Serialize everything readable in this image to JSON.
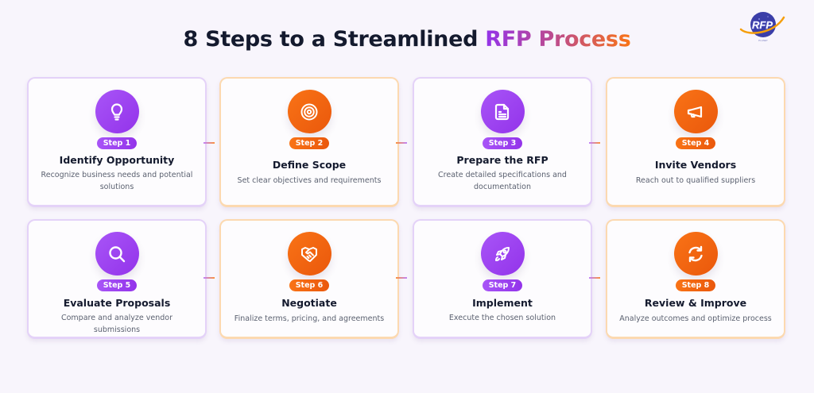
{
  "header": {
    "title_prefix": "8 Steps to a Streamlined ",
    "title_accent": "RFP Process",
    "logo_text": "RFP"
  },
  "colors": {
    "purple": "#9333ea",
    "orange": "#f97316",
    "title": "#141a2e",
    "background": "#f8f5fc"
  },
  "steps": [
    {
      "badge": "Step 1",
      "title": "Identify Opportunity",
      "desc": "Recognize business needs and potential solutions",
      "icon": "lightbulb-icon",
      "theme": "purple"
    },
    {
      "badge": "Step 2",
      "title": "Define Scope",
      "desc": "Set clear objectives and requirements",
      "icon": "target-icon",
      "theme": "orange"
    },
    {
      "badge": "Step 3",
      "title": "Prepare the RFP",
      "desc": "Create detailed specifications and documentation",
      "icon": "document-icon",
      "theme": "purple"
    },
    {
      "badge": "Step 4",
      "title": "Invite Vendors",
      "desc": "Reach out to qualified suppliers",
      "icon": "megaphone-icon",
      "theme": "orange"
    },
    {
      "badge": "Step 5",
      "title": "Evaluate Proposals",
      "desc": "Compare and analyze vendor submissions",
      "icon": "search-icon",
      "theme": "purple"
    },
    {
      "badge": "Step 6",
      "title": "Negotiate",
      "desc": "Finalize terms, pricing, and agreements",
      "icon": "handshake-icon",
      "theme": "orange"
    },
    {
      "badge": "Step 7",
      "title": "Implement",
      "desc": "Execute the chosen solution",
      "icon": "rocket-icon",
      "theme": "purple"
    },
    {
      "badge": "Step 8",
      "title": "Review & Improve",
      "desc": "Analyze outcomes and optimize process",
      "icon": "refresh-icon",
      "theme": "orange"
    }
  ]
}
